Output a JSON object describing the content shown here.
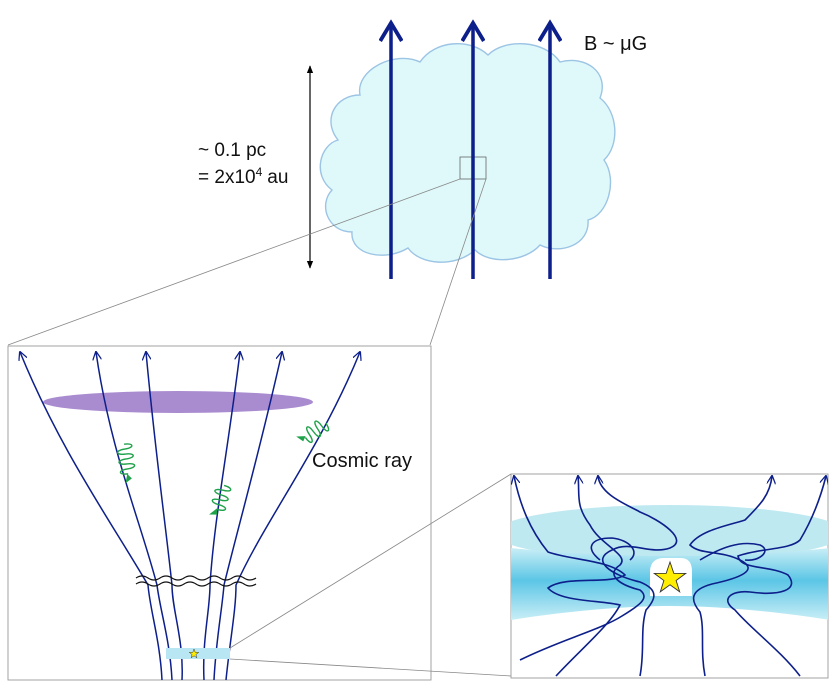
{
  "labels": {
    "field": "B ~ μG",
    "scale_line1": "~ 0.1 pc",
    "scale_line2_prefix": "= 2x10",
    "scale_line2_exp": "4",
    "scale_line2_suffix": "au",
    "cosmic_ray": "Cosmic ray"
  },
  "colors": {
    "field_line": "#0d1f8a",
    "cloud_fill": "#dff9fb",
    "cloud_stroke": "#9cc4e4",
    "disk": "#a98bd0",
    "cosmic_ray": "#1fa24a",
    "core_slab": "#7ad4ea",
    "core_top": "#bfe9f1",
    "star": "#ffee00",
    "frame": "#888888"
  }
}
